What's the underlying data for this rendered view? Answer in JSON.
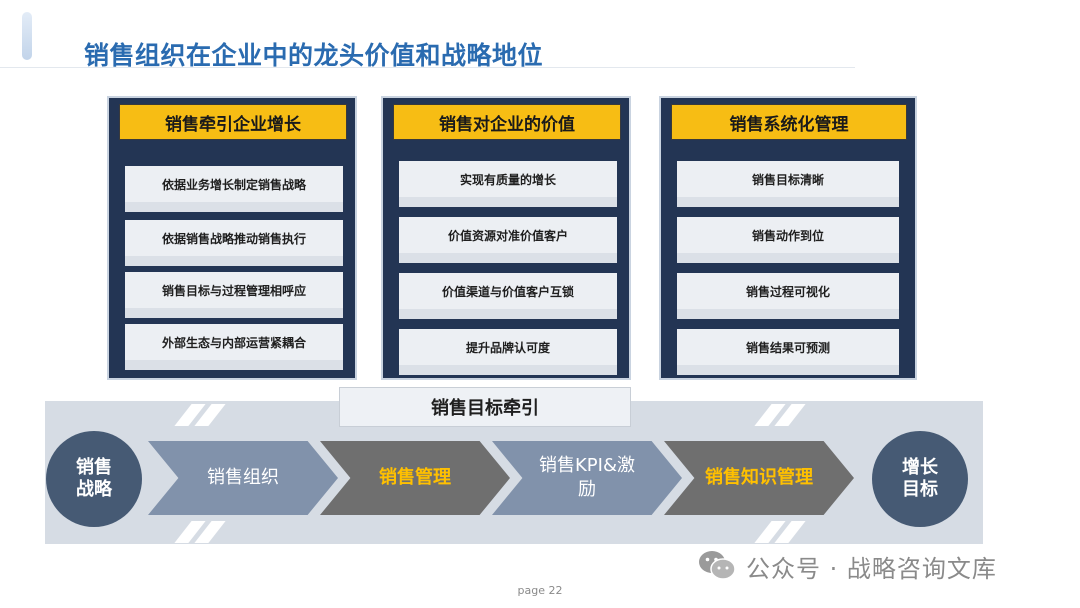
{
  "title": "销售组织在企业中的龙头价值和战略地位",
  "panels": [
    {
      "title": "销售牵引企业增长",
      "items": [
        "依据业务增长制定销售战略",
        "依据销售战略推动销售执行",
        "销售目标与过程管理相呼应",
        "外部生态与内部运营紧耦合"
      ]
    },
    {
      "title": "销售对企业的价值",
      "items": [
        "实现有质量的增长",
        "价值资源对准价值客户",
        "价值渠道与价值客户互锁",
        "提升品牌认可度"
      ]
    },
    {
      "title": "销售系统化管理",
      "items": [
        "销售目标清晰",
        "销售动作到位",
        "销售过程可视化",
        "销售结果可预测"
      ]
    }
  ],
  "flow": {
    "banner": "销售目标牵引",
    "start": "销售战略",
    "end": "增长目标",
    "steps": [
      "销售组织",
      "销售管理",
      "销售KPI&激励",
      "销售知识管理"
    ]
  },
  "footer": {
    "watermark": "公众号 · 战略咨询文库",
    "page": "page 22"
  },
  "colors": {
    "title": "#2a6bb0",
    "panel_bg": "#233554",
    "panel_header": "#f7bd14",
    "chevron_light": "#8192ab",
    "chevron_dark": "#6f6f6f",
    "highlight_text": "#ffc000",
    "circle": "#465a74"
  },
  "icons": {
    "watermark": "wechat-icon"
  }
}
